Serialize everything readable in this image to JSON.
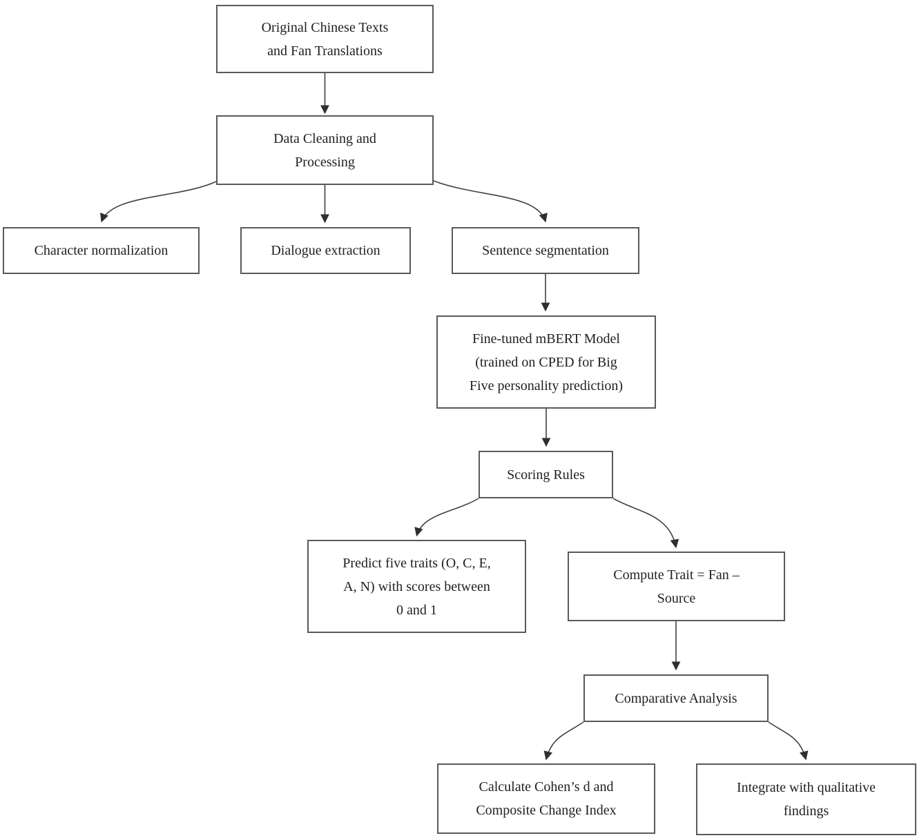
{
  "diagram": {
    "type": "flowchart",
    "background": "#ffffff",
    "box_border_color": "#595959",
    "line_color": "#404040",
    "text_color": "#1f1f1f",
    "nodes": {
      "original": {
        "label": "Original Chinese Texts\nand Fan Translations"
      },
      "cleaning": {
        "label": "Data Cleaning and\nProcessing"
      },
      "char_norm": {
        "label": "Character normalization"
      },
      "dialogue": {
        "label": "Dialogue extraction"
      },
      "sentence": {
        "label": "Sentence segmentation"
      },
      "mbert": {
        "label": "Fine-tuned mBERT Model\n(trained on CPED for Big\nFive personality prediction)"
      },
      "scoring": {
        "label": "Scoring Rules"
      },
      "predict": {
        "label": "Predict five traits (O, C, E,\nA, N) with scores between\n0 and 1"
      },
      "compute": {
        "label": "Compute Trait = Fan –\nSource"
      },
      "comparative": {
        "label": "Comparative Analysis"
      },
      "cohens": {
        "label": "Calculate Cohen’s d and\nComposite Change Index"
      },
      "integrate": {
        "label": "Integrate with qualitative\nfindings"
      }
    },
    "edges": [
      {
        "from": "original",
        "to": "cleaning"
      },
      {
        "from": "cleaning",
        "to": "char_norm"
      },
      {
        "from": "cleaning",
        "to": "dialogue"
      },
      {
        "from": "cleaning",
        "to": "sentence"
      },
      {
        "from": "sentence",
        "to": "mbert"
      },
      {
        "from": "mbert",
        "to": "scoring"
      },
      {
        "from": "scoring",
        "to": "predict"
      },
      {
        "from": "scoring",
        "to": "compute"
      },
      {
        "from": "compute",
        "to": "comparative"
      },
      {
        "from": "comparative",
        "to": "cohens"
      },
      {
        "from": "comparative",
        "to": "integrate"
      }
    ]
  }
}
